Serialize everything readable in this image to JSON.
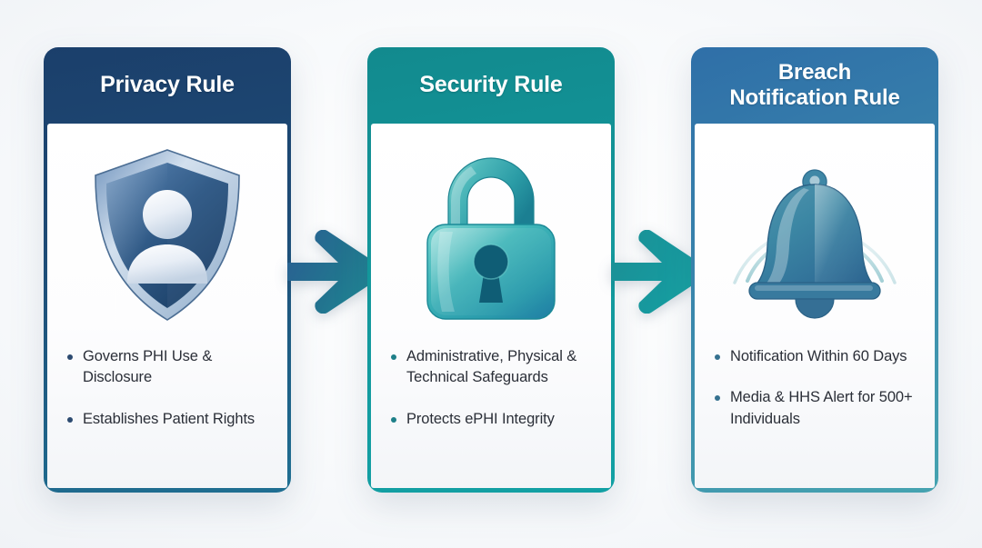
{
  "diagram": {
    "background_color": "#f3f5f8",
    "flow_direction": "left-to-right"
  },
  "cards": [
    {
      "id": "privacy-rule",
      "title": "Privacy Rule",
      "header_gradient": [
        "#1b3f6b",
        "#1f6f92"
      ],
      "accent_color": "#2c4a70",
      "icon": "shield-person-icon",
      "bullets": [
        "Governs PHI Use & Disclosure",
        "Establishes Patient Rights"
      ]
    },
    {
      "id": "security-rule",
      "title": "Security Rule",
      "header_gradient": [
        "#128a8e",
        "#12a0a4"
      ],
      "accent_color": "#1d7f88",
      "icon": "padlock-icon",
      "bullets": [
        "Administrative, Physical & Technical Safeguards",
        "Protects ePHI Integrity"
      ]
    },
    {
      "id": "breach-notification-rule",
      "title_line_1": "Breach",
      "title_line_2": "Notification Rule",
      "title": "Breach Notification Rule",
      "header_gradient": [
        "#2f6fa8",
        "#45a3b0"
      ],
      "accent_color": "#35718f",
      "icon": "alert-bell-icon",
      "bullets": [
        "Notification Within 60 Days",
        "Media & HHS Alert for 500+ Individuals"
      ]
    }
  ],
  "arrows": [
    {
      "id": "arrow-privacy-to-security",
      "name": "right-arrow-icon",
      "gradient": [
        "#2a5f92",
        "#1f8a96"
      ]
    },
    {
      "id": "arrow-security-to-breach",
      "name": "right-arrow-icon",
      "gradient": [
        "#1b8f95",
        "#17a0a2"
      ]
    }
  ]
}
